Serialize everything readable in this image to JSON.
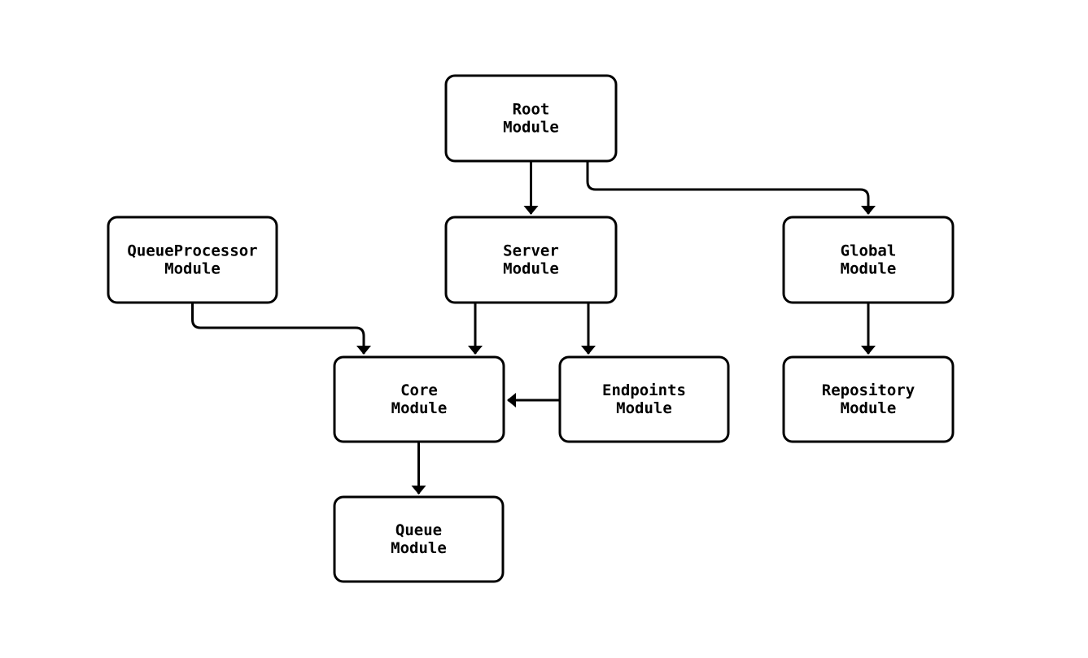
{
  "diagram": {
    "type": "flowchart",
    "colors": {
      "background": "#ffffff",
      "stroke": "#000000",
      "node_fill": "#ffffff",
      "text": "#000000"
    },
    "nodes": {
      "root": {
        "line1": "Root",
        "line2": "Module"
      },
      "queueprocessor": {
        "line1": "QueueProcessor",
        "line2": "Module"
      },
      "server": {
        "line1": "Server",
        "line2": "Module"
      },
      "global": {
        "line1": "Global",
        "line2": "Module"
      },
      "core": {
        "line1": "Core",
        "line2": "Module"
      },
      "endpoints": {
        "line1": "Endpoints",
        "line2": "Module"
      },
      "repository": {
        "line1": "Repository",
        "line2": "Module"
      },
      "queue": {
        "line1": "Queue",
        "line2": "Module"
      }
    },
    "edges": [
      {
        "from": "Root Module",
        "to": "Server Module"
      },
      {
        "from": "Root Module",
        "to": "Global Module"
      },
      {
        "from": "QueueProcessor Module",
        "to": "Core Module"
      },
      {
        "from": "Server Module",
        "to": "Core Module"
      },
      {
        "from": "Server Module",
        "to": "Endpoints Module"
      },
      {
        "from": "Endpoints Module",
        "to": "Core Module"
      },
      {
        "from": "Global Module",
        "to": "Repository Module"
      },
      {
        "from": "Core Module",
        "to": "Queue Module"
      }
    ]
  }
}
